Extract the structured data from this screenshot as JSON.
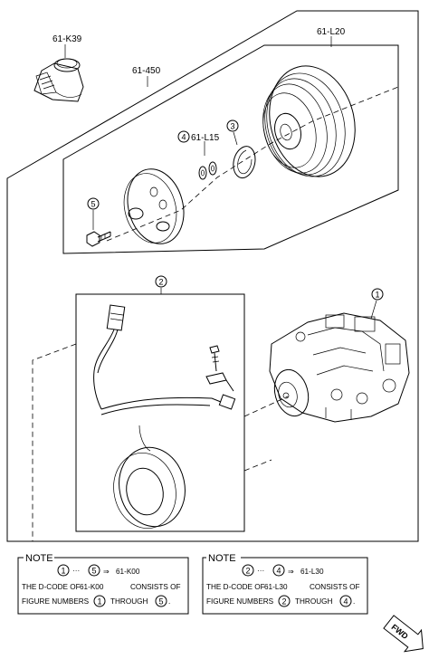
{
  "callouts": {
    "relay": "61-K39",
    "clutch_assy": "61-L20",
    "assembly": "61-450",
    "shim_kit": "61-L15",
    "shim_num": "4",
    "snap_ring": "3",
    "bolt": "5",
    "field_coil": "2",
    "compressor": "1"
  },
  "note_left": {
    "title": "NOTE",
    "c1": "1",
    "c2": "5",
    "arrow": "⇒",
    "code": "61-K00",
    "line2_a": "THE D-CODE OF",
    "line2_code": "61-K00",
    "line2_b": "CONSISTS OF",
    "line3_a": "FIGURE NUMBERS",
    "line3_n1": "1",
    "line3_b": "THROUGH",
    "line3_n2": "5",
    "dots": "···",
    "period": "."
  },
  "note_right": {
    "title": "NOTE",
    "c1": "2",
    "c2": "4",
    "arrow": "⇒",
    "code": "61-L30",
    "line2_a": "THE D-CODE OF",
    "line2_code": "61-L30",
    "line2_b": "CONSISTS OF",
    "line3_a": "FIGURE NUMBERS",
    "line3_n1": "2",
    "line3_b": "THROUGH",
    "line3_n2": "4",
    "dots": "···",
    "period": "."
  },
  "fwd": "FWD"
}
